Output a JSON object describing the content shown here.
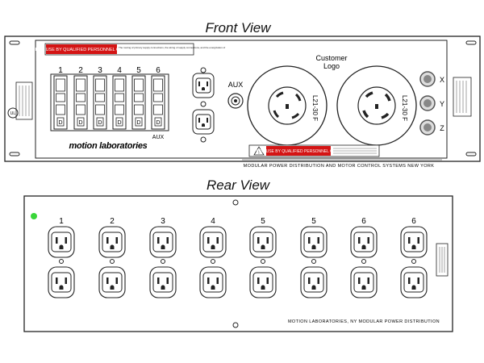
{
  "titles": {
    "front": "Front View",
    "rear": "Rear View"
  },
  "front": {
    "warning_top": "FOR USE BY QUALIFIED PERSONNEL ONLY",
    "warning_top_note": "The routing of primary supply connections, the wiring of supply connections, and the energization of",
    "breaker_numbers": [
      "1",
      "2",
      "3",
      "4",
      "5",
      "6"
    ],
    "breaker_aux_label": "AUX",
    "aux_label": "AUX",
    "brand": "motion laboratories",
    "customer_logo_line1": "Customer",
    "customer_logo_line2": "Logo",
    "connector_label": "L21-30 F",
    "phase_labels": [
      "X",
      "Y",
      "Z"
    ],
    "warning_bottom": "FOR USE BY QUALIFIED PERSONNEL ONLY",
    "footer": "MODULAR POWER DISTRIBUTION AND MOTOR CONTROL SYSTEMS  NEW YORK"
  },
  "rear": {
    "column_numbers": [
      "1",
      "2",
      "3",
      "4",
      "5",
      "5",
      "6",
      "6"
    ],
    "footer": "MOTION LABORATORIES, NY   MODULAR POWER DISTRIBUTION"
  },
  "colors": {
    "warning_red": "#d41414",
    "led_green": "#39d639",
    "line": "#222222"
  }
}
